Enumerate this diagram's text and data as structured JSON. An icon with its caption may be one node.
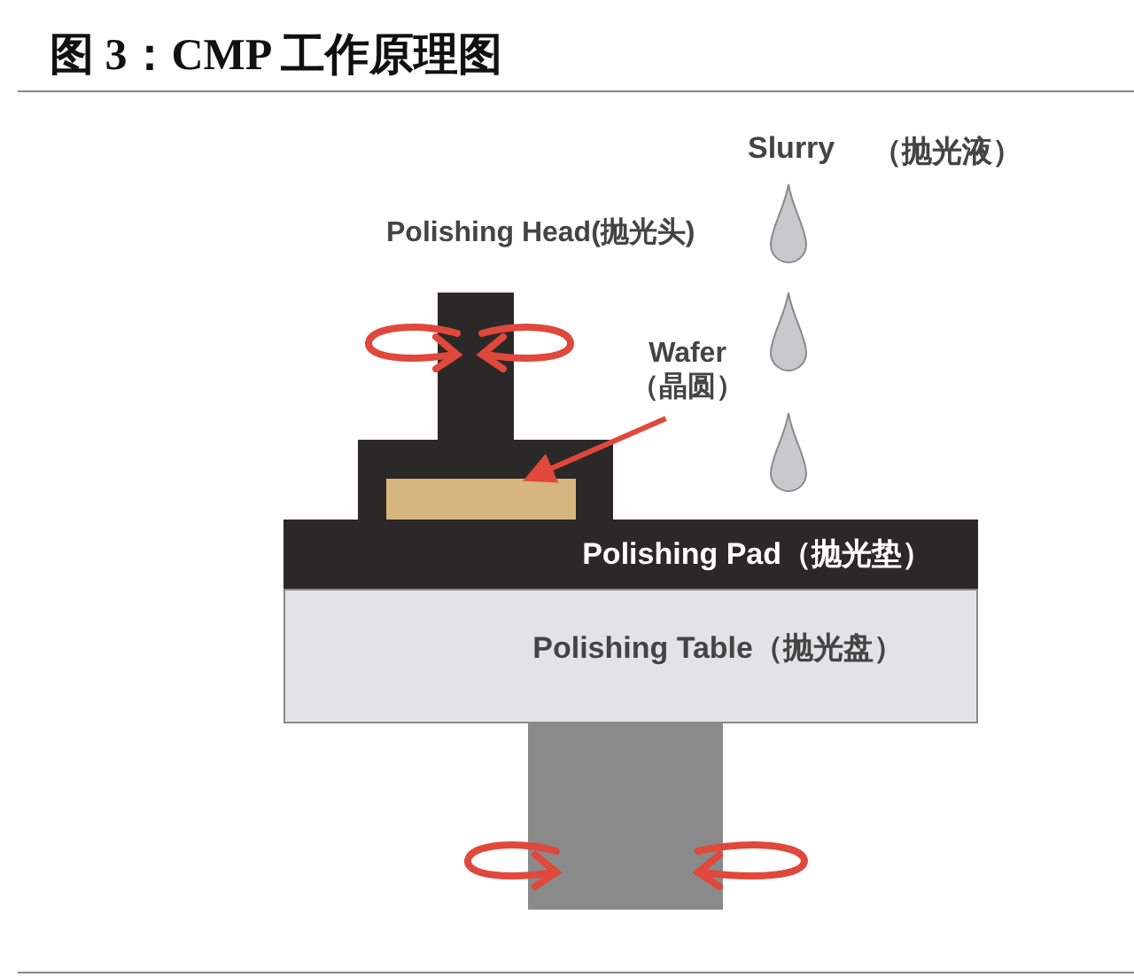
{
  "diagram": {
    "title": "图 3：CMP 工作原理图",
    "nodes": [
      {
        "text": [
          "Polishing Head(抛光头)"
        ]
      },
      {
        "text": [],
        "shape": "bar",
        "in": 0
      },
      {
        "text": [
          "Wafer （晶圆）"
        ]
      },
      {
        "text": [
          "Polishing Pad（抛光垫）"
        ]
      },
      {
        "text": [
          "Polishing Table（抛光盘）"
        ]
      },
      {
        "text": [],
        "shape": "box"
      }
    ],
    "edges": [
      {
        "from": 2,
        "to": 1,
        "arrow": "to"
      }
    ],
    "labels": [
      "Slurry",
      "（抛光液）"
    ]
  }
}
